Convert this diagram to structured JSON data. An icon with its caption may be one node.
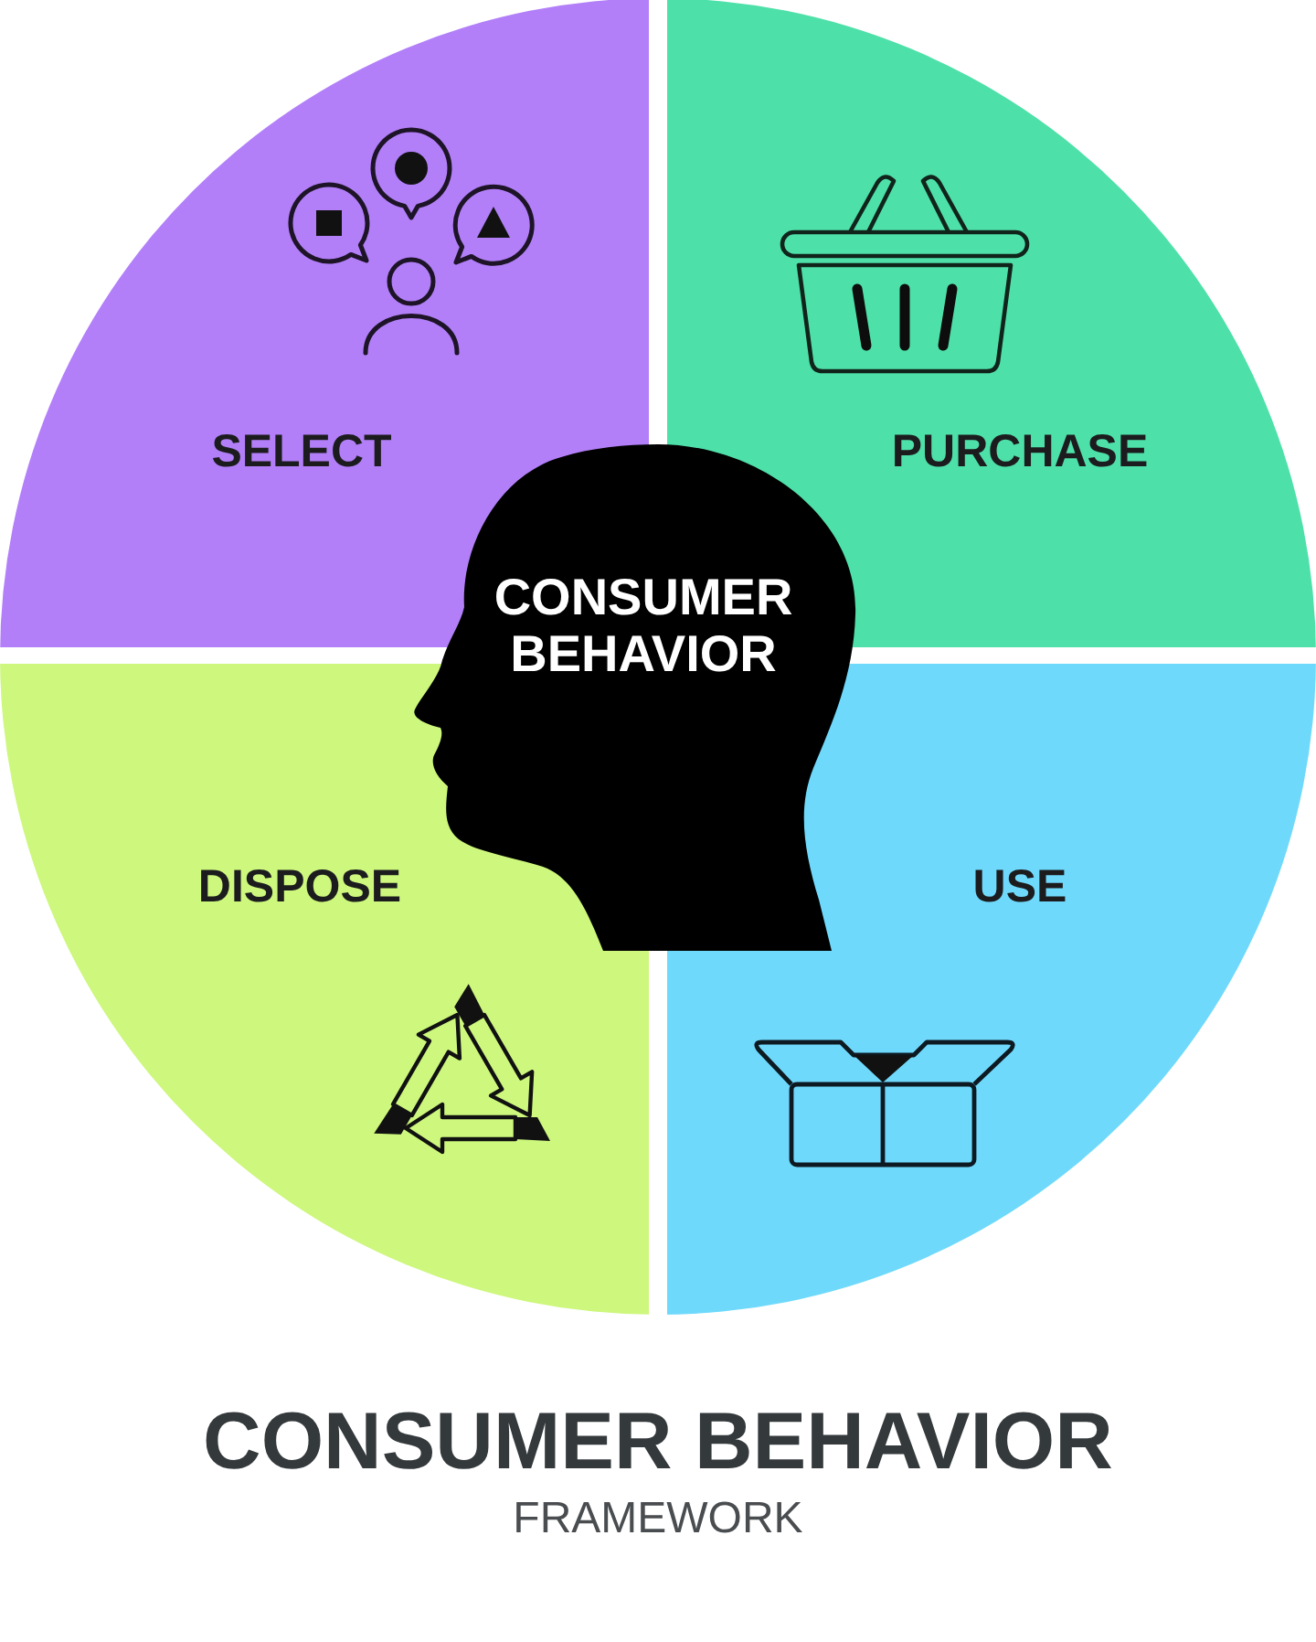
{
  "diagram": {
    "title": "CONSUMER BEHAVIOR",
    "nodes": [
      {
        "text": [
          "SELECT"
        ]
      },
      {
        "text": [
          "PURCHASE"
        ]
      },
      {
        "text": [
          "CONSUMER BEHAVIOR"
        ]
      },
      {
        "text": [
          "DISPOSE"
        ]
      },
      {
        "text": [
          "USE"
        ]
      }
    ],
    "labels": [
      "FRAMEWORK"
    ]
  }
}
